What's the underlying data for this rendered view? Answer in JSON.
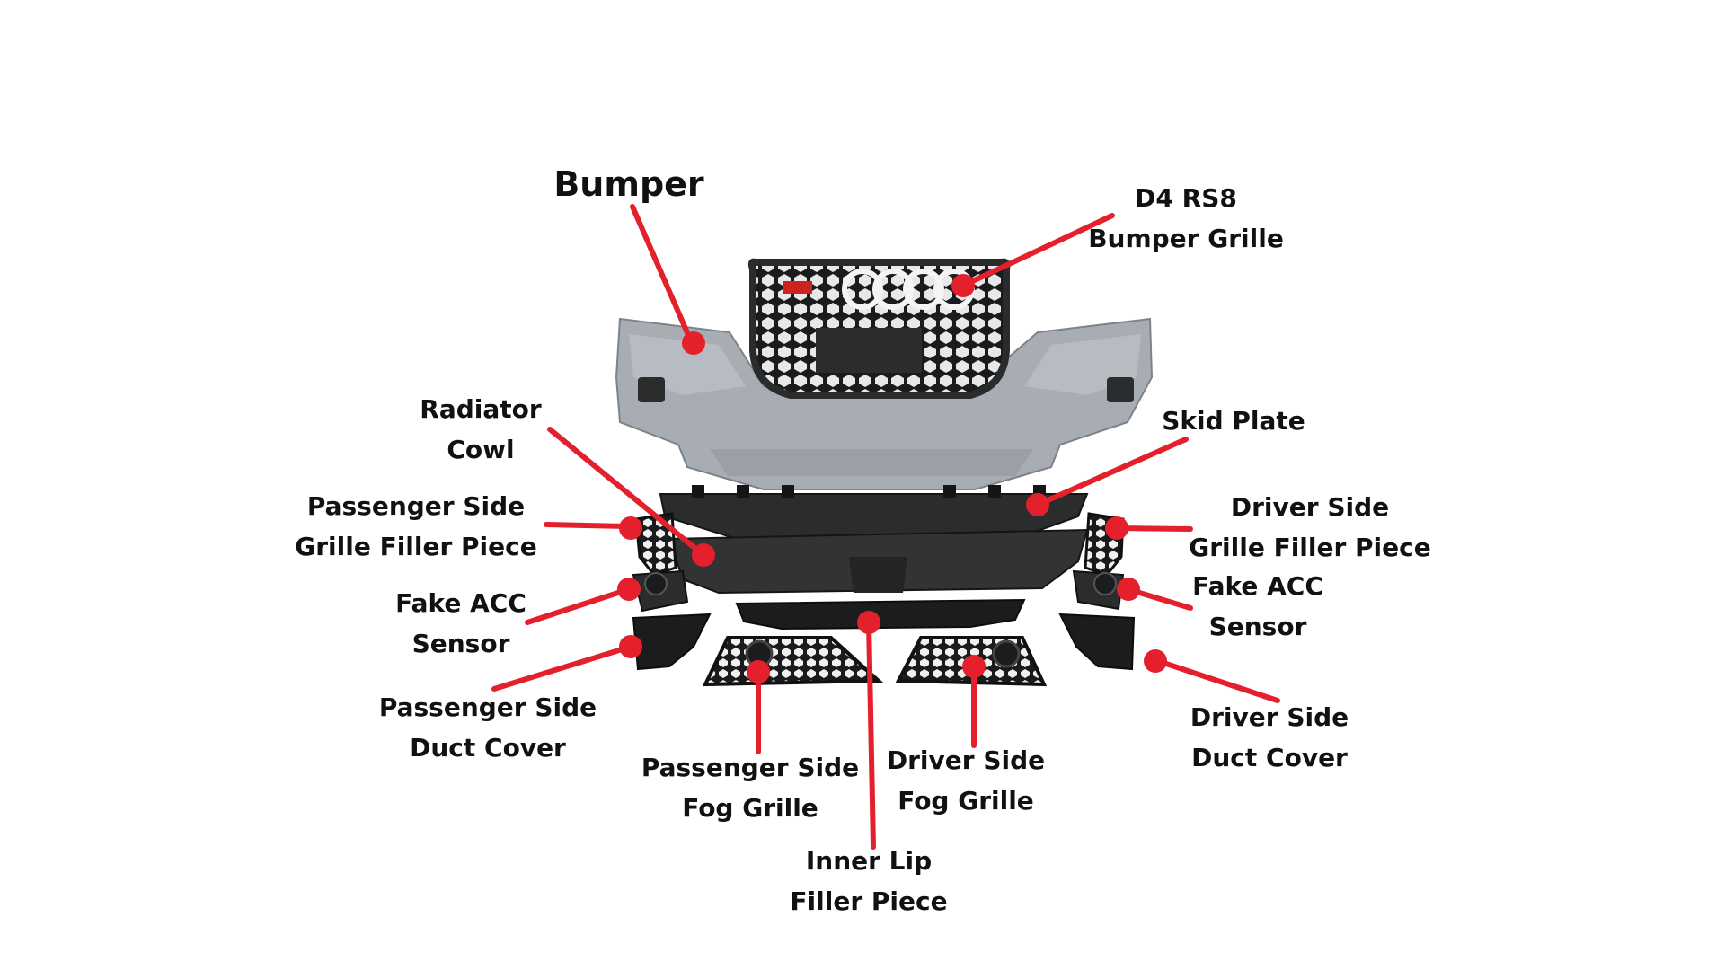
{
  "colors": {
    "accent": "#e3202b",
    "bumper": "#a7adb3",
    "black_part": "#1b1c1e",
    "dark_part": "#2b2c2e",
    "text": "#111111",
    "background": "#ffffff"
  },
  "labels": {
    "bumper": "Bumper",
    "grille_1": "D4 RS8",
    "grille_2": "Bumper Grille",
    "radiator_1": "Radiator",
    "radiator_2": "Cowl",
    "skid": "Skid Plate",
    "pass_filler_1": "Passenger Side",
    "pass_filler_2": "Grille Filler Piece",
    "drv_filler_1": "Driver Side",
    "drv_filler_2": "Grille Filler Piece",
    "pass_acc_1": "Fake ACC",
    "pass_acc_2": "Sensor",
    "drv_acc_1": "Fake ACC",
    "drv_acc_2": "Sensor",
    "pass_duct_1": "Passenger Side",
    "pass_duct_2": "Duct Cover",
    "drv_duct_1": "Driver Side",
    "drv_duct_2": "Duct Cover",
    "pass_fog_1": "Passenger Side",
    "pass_fog_2": "Fog Grille",
    "drv_fog_1": "Driver Side",
    "drv_fog_2": "Fog Grille",
    "lip_1": "Inner Lip",
    "lip_2": "Filler Piece"
  }
}
